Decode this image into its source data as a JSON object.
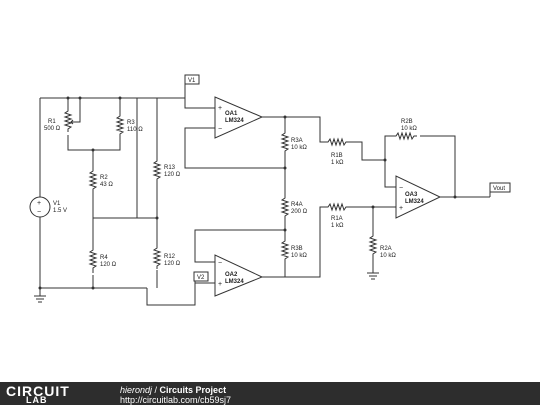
{
  "components": {
    "r1": {
      "name": "R1",
      "value": "500 Ω"
    },
    "r2": {
      "name": "R2",
      "value": "43 Ω"
    },
    "r3": {
      "name": "R3",
      "value": "110 Ω"
    },
    "r4": {
      "name": "R4",
      "value": "120 Ω"
    },
    "r12": {
      "name": "R12",
      "value": "120 Ω"
    },
    "r13": {
      "name": "R13",
      "value": "120 Ω"
    },
    "v1": {
      "name": "V1",
      "value": "1.5 V"
    },
    "r3a": {
      "name": "R3A",
      "value": "10 kΩ"
    },
    "r4a": {
      "name": "R4A",
      "value": "200 Ω"
    },
    "r3b": {
      "name": "R3B",
      "value": "10 kΩ"
    },
    "r1b": {
      "name": "R1B",
      "value": "1 kΩ"
    },
    "r1a": {
      "name": "R1A",
      "value": "1 kΩ"
    },
    "r2b": {
      "name": "R2B",
      "value": "10 kΩ"
    },
    "r2a": {
      "name": "R2A",
      "value": "10 kΩ"
    },
    "oa1": {
      "name": "OA1",
      "part": "LM324"
    },
    "oa2": {
      "name": "OA2",
      "part": "LM324"
    },
    "oa3": {
      "name": "OA3",
      "part": "LM324"
    }
  },
  "signals": {
    "v1_tag": "V1",
    "v2_tag": "V2",
    "vout_tag": "Vout"
  },
  "symbols": {
    "plus": "+",
    "minus": "−"
  },
  "footer": {
    "logo_top": "CIRCUIT",
    "logo_bottom": "LAB",
    "author": "hierondj",
    "separator": " / ",
    "project": "Circuits Project",
    "url": "http://circuitlab.com/cb59sj7"
  }
}
